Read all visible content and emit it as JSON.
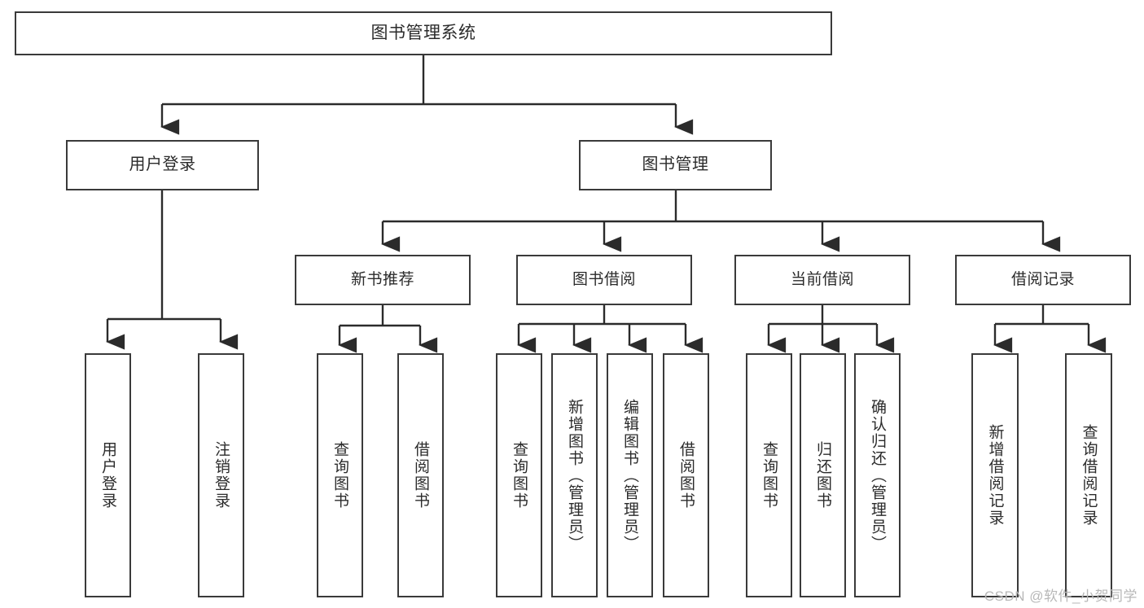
{
  "diagram": {
    "type": "tree-hierarchy",
    "title": "图书管理系统",
    "root": {
      "label": "图书管理系统"
    },
    "level1": [
      {
        "label": "用户登录"
      },
      {
        "label": "图书管理"
      }
    ],
    "level2": [
      {
        "label": "新书推荐"
      },
      {
        "label": "图书借阅"
      },
      {
        "label": "当前借阅"
      },
      {
        "label": "借阅记录"
      }
    ],
    "leaves": {
      "user_login": [
        {
          "label": "用户登录"
        },
        {
          "label": "注销登录"
        }
      ],
      "new_book_recommend": [
        {
          "label": "查询图书"
        },
        {
          "label": "借阅图书"
        }
      ],
      "book_borrow": [
        {
          "label": "查询图书"
        },
        {
          "label": "新增图书（管理员）"
        },
        {
          "label": "编辑图书（管理员）"
        },
        {
          "label": "借阅图书"
        }
      ],
      "current_borrow": [
        {
          "label": "查询图书"
        },
        {
          "label": "归还图书"
        },
        {
          "label": "确认归还（管理员）"
        }
      ],
      "borrow_record": [
        {
          "label": "新增借阅记录"
        },
        {
          "label": "查询借阅记录"
        }
      ]
    }
  },
  "watermark": {
    "text": "CSDN @软件_小贺同学"
  },
  "colors": {
    "border": "#3a3a3a",
    "text": "#2b2b2b",
    "background": "#ffffff",
    "watermark": "#b8b8b8"
  }
}
